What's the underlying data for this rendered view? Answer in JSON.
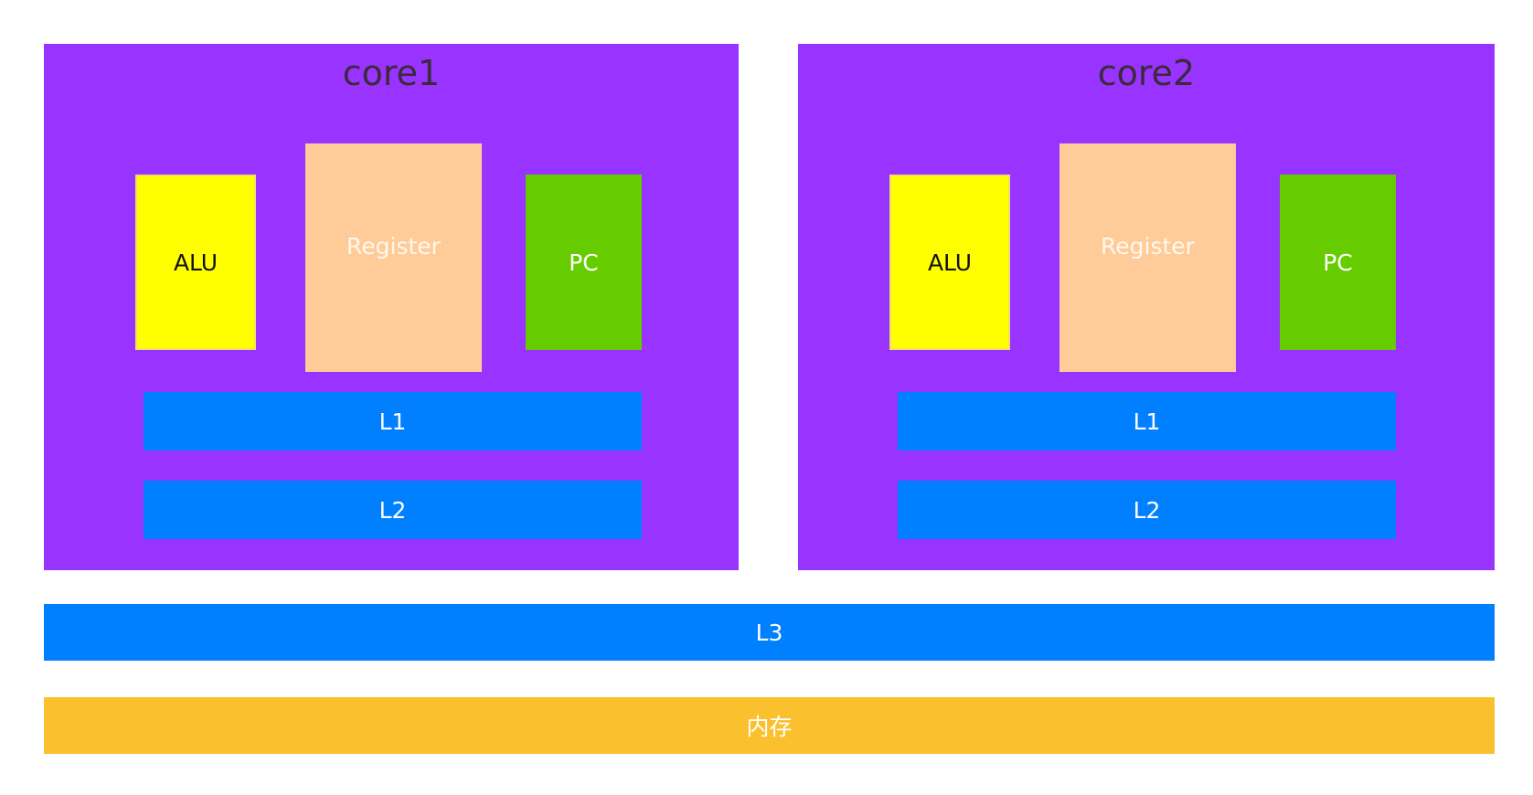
{
  "cores": [
    {
      "title": "core1",
      "alu": "ALU",
      "register": "Register",
      "pc": "PC",
      "l1": "L1",
      "l2": "L2"
    },
    {
      "title": "core2",
      "alu": "ALU",
      "register": "Register",
      "pc": "PC",
      "l1": "L1",
      "l2": "L2"
    }
  ],
  "l3": "L3",
  "memory": "内存",
  "colors": {
    "core": "#9933ff",
    "alu": "#ffff00",
    "register": "#ffcc99",
    "pc": "#66cc00",
    "cache": "#0080ff",
    "memory": "#fbc02d"
  }
}
